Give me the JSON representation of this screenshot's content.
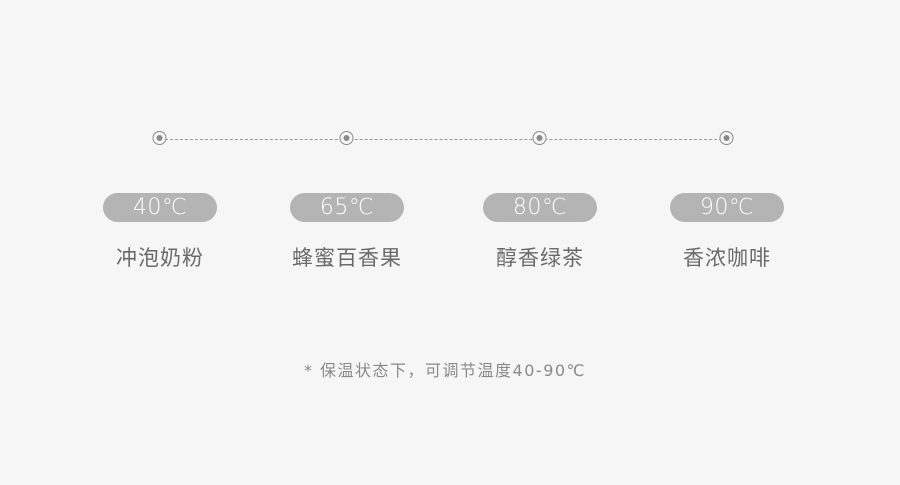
{
  "timeline": {
    "stops": [
      {
        "temperature": "40℃",
        "label": "冲泡奶粉"
      },
      {
        "temperature": "65℃",
        "label": "蜂蜜百香果"
      },
      {
        "temperature": "80℃",
        "label": "醇香绿茶"
      },
      {
        "temperature": "90℃",
        "label": "香浓咖啡"
      }
    ]
  },
  "footnote": "* 保温状态下，可调节温度40-90℃",
  "colors": {
    "background": "#f6f6f6",
    "pill": "#b4b4b4",
    "pill_text": "#ffffff",
    "label_text": "#6a6a6a",
    "dot": "#8a8a8a"
  }
}
